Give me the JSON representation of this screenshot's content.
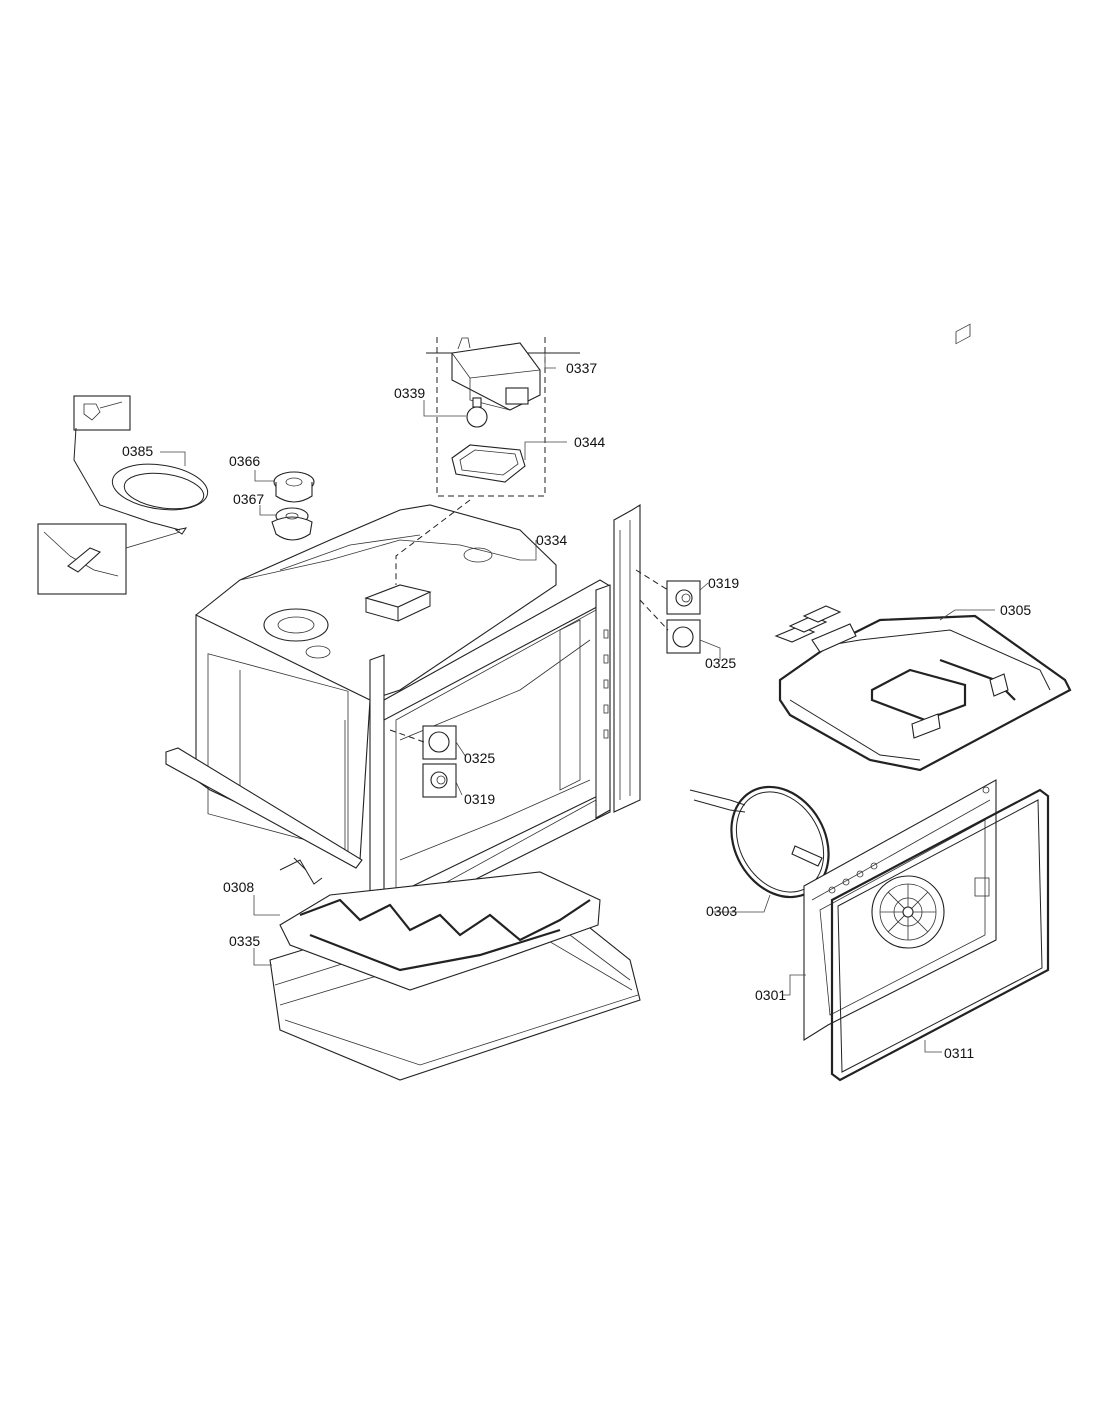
{
  "diagram": {
    "callouts": [
      {
        "id": "0337",
        "text": "0337"
      },
      {
        "id": "0339",
        "text": "0339"
      },
      {
        "id": "0344",
        "text": "0344"
      },
      {
        "id": "0385",
        "text": "0385"
      },
      {
        "id": "0366",
        "text": "0366"
      },
      {
        "id": "0367",
        "text": "0367"
      },
      {
        "id": "0334",
        "text": "0334"
      },
      {
        "id": "0319a",
        "text": "0319"
      },
      {
        "id": "0325a",
        "text": "0325"
      },
      {
        "id": "0305",
        "text": "0305"
      },
      {
        "id": "0325b",
        "text": "0325"
      },
      {
        "id": "0319b",
        "text": "0319"
      },
      {
        "id": "0308",
        "text": "0308"
      },
      {
        "id": "0335",
        "text": "0335"
      },
      {
        "id": "0303",
        "text": "0303"
      },
      {
        "id": "0301",
        "text": "0301"
      },
      {
        "id": "0311",
        "text": "0311"
      }
    ]
  }
}
